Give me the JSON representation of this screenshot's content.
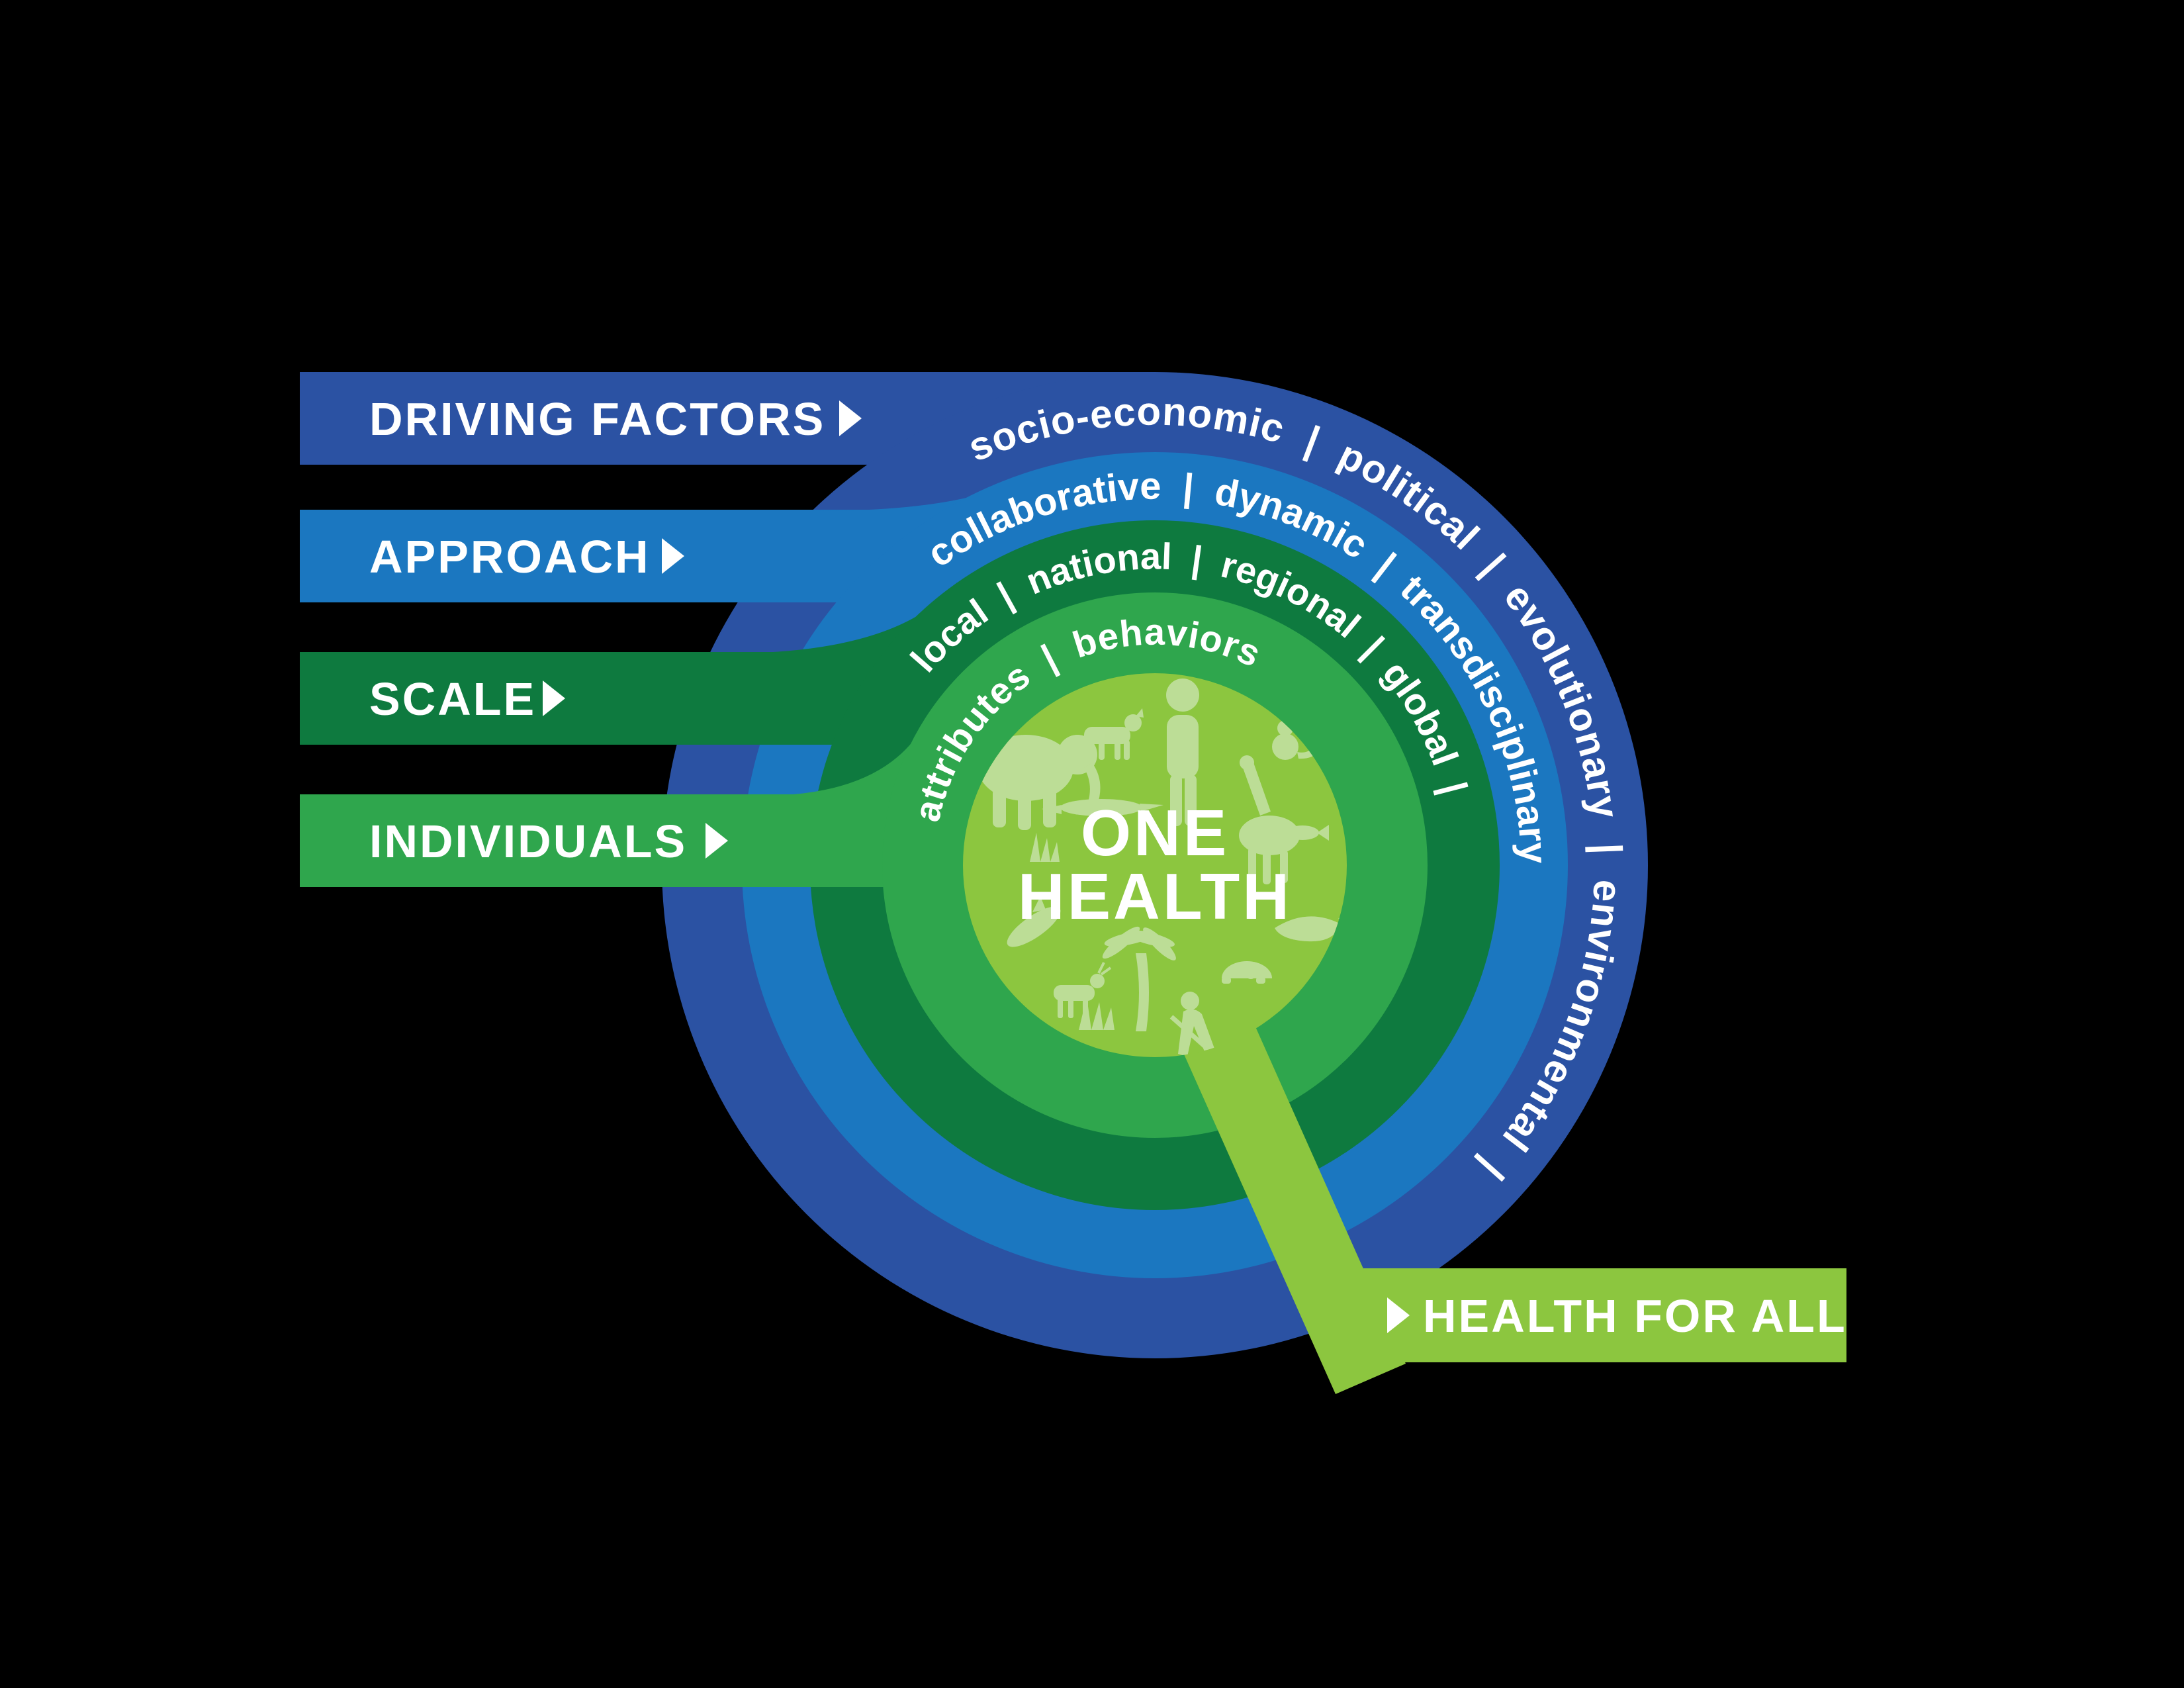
{
  "background_color": "#000000",
  "layers": [
    {
      "label": "DRIVING FACTORS",
      "ring_text": "socio-economic | political | evolutionary | environmental |",
      "color": "#2B52A3"
    },
    {
      "label": "APPROACH",
      "ring_text": "collaborative | dynamic | transdisciplinary",
      "color": "#1B77C0"
    },
    {
      "label": "SCALE",
      "ring_text": "local | national | regional | global |",
      "color": "#0E7A3F"
    },
    {
      "label": "INDIVIDUALS",
      "ring_text": "attributes | behaviors",
      "color": "#2FA64D"
    }
  ],
  "center": {
    "line1": "ONE",
    "line2": "HEALTH",
    "circle_color": "#8CC63F",
    "text_color": "#FFFFFF",
    "silhouette_color": "#BCDD96",
    "silhouettes": [
      "person",
      "elephant",
      "wolf",
      "giraffe",
      "crocodile",
      "monkey",
      "fish",
      "whale",
      "dolphin",
      "turtle",
      "palm-tree",
      "grass",
      "deer",
      "farmer"
    ]
  },
  "outcome": {
    "label": "HEALTH FOR ALL",
    "bar_color": "#8CC63F"
  },
  "icons": {
    "arrow": "right-arrow"
  },
  "text_color": "#FFFFFF"
}
